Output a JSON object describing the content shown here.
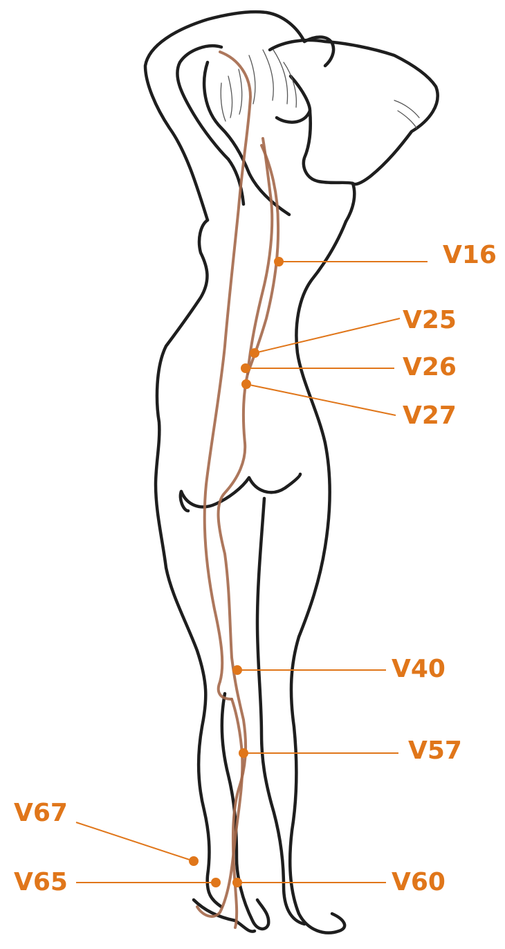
{
  "colors": {
    "accent": "#e0761a",
    "meridian": "#a4684a",
    "outline": "#1e1e1e",
    "background": "#ffffff"
  },
  "points": [
    {
      "id": "V16",
      "label": "V16"
    },
    {
      "id": "V25",
      "label": "V25"
    },
    {
      "id": "V26",
      "label": "V26"
    },
    {
      "id": "V27",
      "label": "V27"
    },
    {
      "id": "V40",
      "label": "V40"
    },
    {
      "id": "V57",
      "label": "V57"
    },
    {
      "id": "V67",
      "label": "V67"
    },
    {
      "id": "V65",
      "label": "V65"
    },
    {
      "id": "V60",
      "label": "V60"
    }
  ]
}
